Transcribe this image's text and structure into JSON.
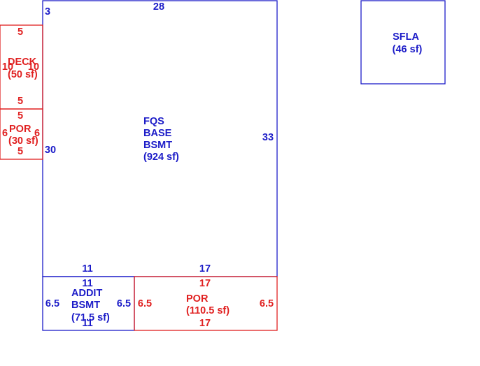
{
  "colors": {
    "blue": "#1c1cc8",
    "red": "#e02020"
  },
  "areas": {
    "main": {
      "line1": "FQS",
      "line2": "BASE",
      "line3": "BSMT",
      "line4": "(924 sf)",
      "dims": {
        "top": "28",
        "right": "33",
        "left_upper": "3",
        "left_lower": "30",
        "bottom_left": "11",
        "bottom_right": "17"
      }
    },
    "deck": {
      "line1": "DECK",
      "line2": "(50 sf)",
      "dims": {
        "top": "5",
        "bottom": "5",
        "left": "10",
        "right": "10"
      }
    },
    "por_small": {
      "line1": "POR",
      "line2": "(30 sf)",
      "dims": {
        "top": "5",
        "bottom": "5",
        "left": "6",
        "right": "6"
      }
    },
    "addit": {
      "line1": "ADDIT",
      "line2": "BSMT",
      "line3": "(71.5 sf)",
      "dims": {
        "top": "11",
        "bottom": "11",
        "left": "6.5",
        "right": "6.5"
      }
    },
    "por_large": {
      "line1": "POR",
      "line2": "(110.5 sf)",
      "dims": {
        "top": "17",
        "bottom": "17",
        "left": "6.5",
        "right": "6.5"
      }
    },
    "sfla": {
      "line1": "SFLA",
      "line2": "(46 sf)"
    }
  }
}
